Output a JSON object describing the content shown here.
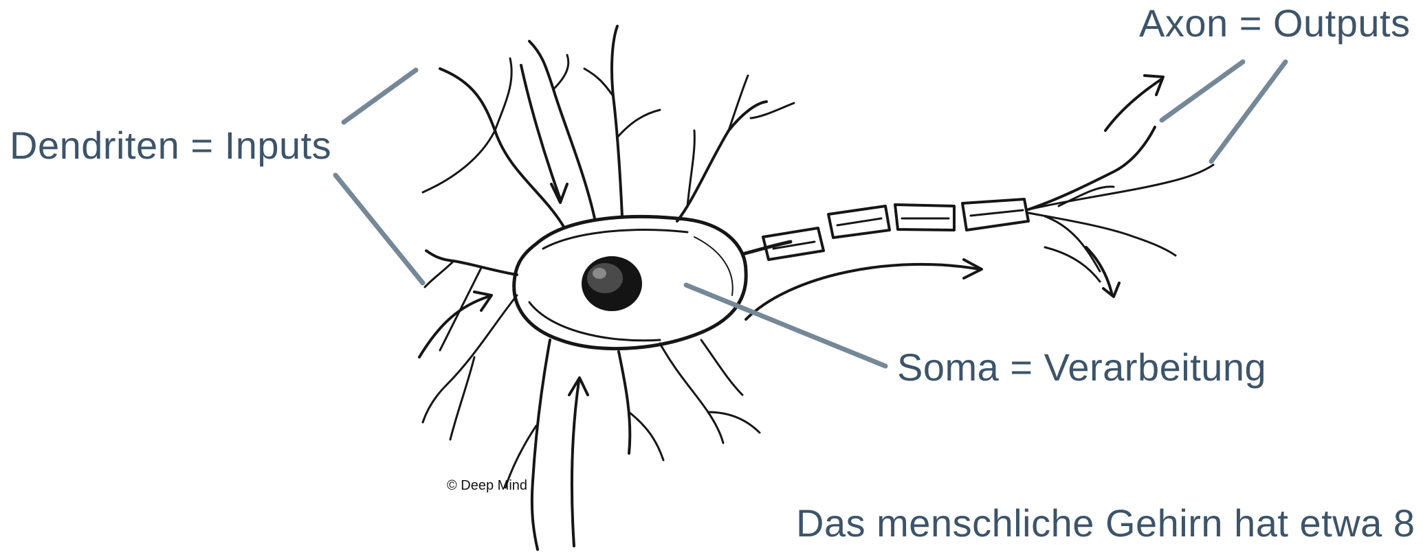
{
  "labels": {
    "dendrites": "Dendriten = Inputs",
    "axon": "Axon = Outputs",
    "soma": "Soma = Verarbeitung",
    "footnote": "Das menschliche Gehirn hat etwa 8",
    "copyright": "© Deep Mind"
  },
  "colors": {
    "label_text": "#3d5469",
    "pointer_line": "#758897",
    "ink": "#161616",
    "background": "#ffffff"
  }
}
